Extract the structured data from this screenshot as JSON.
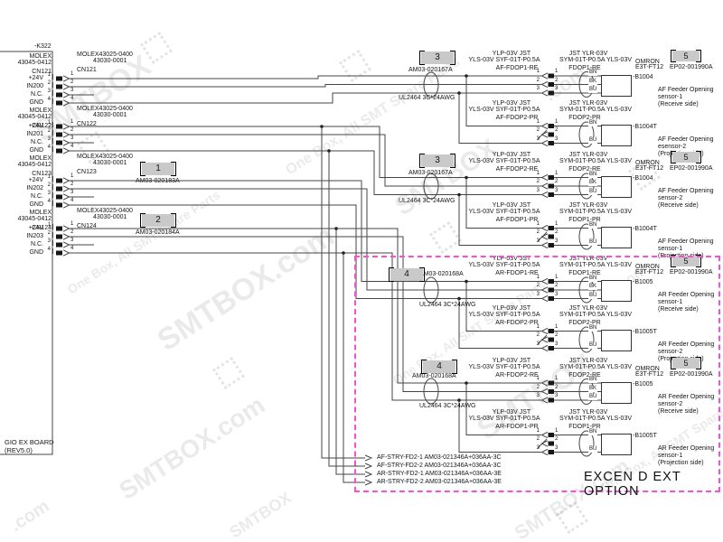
{
  "title_block": {
    "board_ref": "-K322",
    "board_name": "GIO EX BOARD",
    "board_rev": "(REV5.0)"
  },
  "option_box": {
    "label": "EXCEN D EXT OPTION"
  },
  "watermark": {
    "brand": "SMTBOX",
    "domain": ".com",
    "tagline": "One Box, All SMT Spare Parts"
  },
  "left_connectors": [
    {
      "mfr": "MOLEX",
      "part": "43045-0412",
      "name": "CN121",
      "mate_part": "MOLEX43025-0400",
      "mate_part2": "43030-0001",
      "mate_name": "CN121",
      "pin_numbers": [
        "1",
        "2",
        "3",
        "4"
      ],
      "pins": [
        "+24V",
        "IN200",
        "N.C.",
        "GND"
      ]
    },
    {
      "mfr": "MOLEX",
      "part": "43045-0412",
      "name": "CN122",
      "mate_part": "MOLEX43025-0400",
      "mate_part2": "43030-0001",
      "mate_name": "CN122",
      "pin_numbers": [
        "1",
        "2",
        "3",
        "4"
      ],
      "pins": [
        "+24V",
        "IN201",
        "N.C.",
        "GND"
      ]
    },
    {
      "mfr": "MOLEX",
      "part": "43045-0412",
      "name": "CN123",
      "mate_part": "MOLEX43025-0400",
      "mate_part2": "43030-0001",
      "mate_name": "CN123",
      "pin_numbers": [
        "1",
        "2",
        "3",
        "4"
      ],
      "pins": [
        "+24V",
        "IN202",
        "N.C.",
        "GND"
      ]
    },
    {
      "mfr": "MOLEX",
      "part": "43045-0412",
      "name": "CN124",
      "mate_part": "MOLEX43025-0400",
      "mate_part2": "43030-0001",
      "mate_name": "CN124",
      "pin_numbers": [
        "1",
        "2",
        "3",
        "4"
      ],
      "pins": [
        "+24V",
        "IN203",
        "N.C.",
        "GND"
      ]
    }
  ],
  "cable_tags": [
    {
      "num": "1",
      "code": "AM03-020183A",
      "spec": ""
    },
    {
      "num": "2",
      "code": "AM03-020184A",
      "spec": ""
    },
    {
      "num": "3",
      "code": "AM03-020167A",
      "spec": "UL2464 3C*24AWG"
    },
    {
      "num": "3",
      "code": "AM03-020167A",
      "spec": "UL2464 3C*24AWG"
    },
    {
      "num": "4",
      "code": "AM03-020168A",
      "spec": "UL2464 3C*24AWG"
    },
    {
      "num": "4",
      "code": "AM03-020168A",
      "spec": "UL2464 3C*24AWG"
    }
  ],
  "channels": [
    {
      "plug1": "YLP-03V JST",
      "plug2": "YLS-03V SYF-01T-P0.5A",
      "cable_name": "AF-FDOP1-RE",
      "recp1": "JST  YLR-03V",
      "recp2": "SYM-01T-P0.5A YLS-03V",
      "conn_name": "FDOP1-RE",
      "pin_numbers": [
        "1",
        "2",
        "3"
      ],
      "wires": [
        "BN",
        "BK",
        "BU"
      ],
      "sensor": "receiver",
      "tag": "-B1004",
      "maker": "OMRON",
      "model": "E3T-FT12",
      "ref_num": "5",
      "ref_code": "EP02-001990A",
      "desc": [
        "AF Feeder Opening",
        "sensor-1",
        "(Receive side)"
      ]
    },
    {
      "plug1": "YLP-03V JST",
      "plug2": "YLS-03V SYF-01T-P0.5A",
      "cable_name": "AF-FDOP2-PR",
      "recp1": "JST  YLR-03V",
      "recp2": "SYM-01T-P0.5A YLS-03V",
      "conn_name": "FDOP2-PR",
      "pin_numbers": [
        "1",
        "2",
        "3"
      ],
      "wires": [
        "BN",
        "",
        "BU"
      ],
      "sensor": "emitter",
      "tag": "-B1004T",
      "maker": "",
      "model": "",
      "ref_num": "",
      "ref_code": "",
      "desc": [
        "AF Feeder Opening",
        "esensor-2",
        "(Projection side)"
      ]
    },
    {
      "plug1": "YLP-03V JST",
      "plug2": "YLS-03V SYF-01T-P0.5A",
      "cable_name": "AF-FDOP2-RE",
      "recp1": "JST  YLR-03V",
      "recp2": "SYM-01T-P0.5A YLS-03V",
      "conn_name": "FDOP2-RE",
      "pin_numbers": [
        "1",
        "2",
        "3"
      ],
      "wires": [
        "BN",
        "BK",
        "BU"
      ],
      "sensor": "receiver",
      "tag": "-B1004",
      "maker": "OMRON",
      "model": "E3T-FT12",
      "ref_num": "5",
      "ref_code": "EP02-001990A",
      "desc": [
        "AF Feeder Opening",
        "sensor-2",
        "(Receive side)"
      ]
    },
    {
      "plug1": "YLP-03V JST",
      "plug2": "YLS-03V SYF-01T-P0.5A",
      "cable_name": "AF-FDOP1-PR",
      "recp1": "JST  YLR-03V",
      "recp2": "SYM-01T-P0.5A YLS-03V",
      "conn_name": "FDOP1-PR",
      "pin_numbers": [
        "1",
        "2",
        "3"
      ],
      "wires": [
        "BN",
        "",
        "BU"
      ],
      "sensor": "emitter",
      "tag": "-B1004T",
      "maker": "",
      "model": "",
      "ref_num": "",
      "ref_code": "",
      "desc": [
        "AF Feeder Opening",
        "sensor-1",
        "(Projection side)"
      ]
    },
    {
      "plug1": "YLP-03V JST",
      "plug2": "YLS-03V SYF-01T-P0.5A",
      "cable_name": "AR-FDOP1-RE",
      "recp1": "JST  YLR-03V",
      "recp2": "SYM-01T-P0.5A YLS-03V",
      "conn_name": "FDOP1-RE",
      "pin_numbers": [
        "1",
        "2",
        "3"
      ],
      "wires": [
        "BN",
        "BK",
        "BU"
      ],
      "sensor": "receiver",
      "tag": "-B1005",
      "maker": "OMRON",
      "model": "E3T-FT12",
      "ref_num": "5",
      "ref_code": "EP02-001990A",
      "desc": [
        "AR Feeder Opening",
        "sensor-1",
        "(Receive side)"
      ]
    },
    {
      "plug1": "YLP-03V JST",
      "plug2": "YLS-03V SYF-01T-P0.5A",
      "cable_name": "AR-FDOP2-PR",
      "recp1": "JST  YLR-03V",
      "recp2": "SYM-01T-P0.5A YLS-03V",
      "conn_name": "FDOP2-PR",
      "pin_numbers": [
        "1",
        "2",
        "3"
      ],
      "wires": [
        "BN",
        "",
        "BU"
      ],
      "sensor": "emitter",
      "tag": "-B1005T",
      "maker": "",
      "model": "",
      "ref_num": "",
      "ref_code": "",
      "desc": [
        "AR Feeder Opening",
        "sensor-2",
        "(Projection side)"
      ]
    },
    {
      "plug1": "YLP-03V JST",
      "plug2": "YLS-03V SYF-01T-P0.5A",
      "cable_name": "AR-FDOP2-RE",
      "recp1": "JST  YLR-03V",
      "recp2": "SYM-01T-P0.5A YLS-03V",
      "conn_name": "FDOP2-RE",
      "pin_numbers": [
        "1",
        "2",
        "3"
      ],
      "wires": [
        "BN",
        "BK",
        "BU"
      ],
      "sensor": "receiver",
      "tag": "-B1005",
      "maker": "OMRON",
      "model": "E3T-FT12",
      "ref_num": "5",
      "ref_code": "EP02-001990A",
      "desc": [
        "AR Feeder Opening",
        "sensor-2",
        "(Receive side)"
      ]
    },
    {
      "plug1": "YLP-03V JST",
      "plug2": "YLS-03V SYF-01T-P0.5A",
      "cable_name": "AR-FDOP1-PR",
      "recp1": "JST  YLR-03V",
      "recp2": "SYM-01T-P0.5A YLS-03V",
      "conn_name": "FDOP1-PR",
      "pin_numbers": [
        "1",
        "2",
        "3"
      ],
      "wires": [
        "BN",
        "",
        "BU"
      ],
      "sensor": "emitter",
      "tag": "-B1005T",
      "maker": "",
      "model": "",
      "ref_num": "",
      "ref_code": "",
      "desc": [
        "AR Feeder Opening",
        "sensor-1",
        "(Projection side)"
      ]
    }
  ],
  "harness_outputs": [
    {
      "name": "AF-STRY-FD2-1",
      "code": "AM03-021346A+036AA-3C"
    },
    {
      "name": "AF-STRY-FD2-2",
      "code": "AM03-021346A+036AA-3C"
    },
    {
      "name": "AR-STRY-FD2-1",
      "code": "AM03-021346A+036AA-3E"
    },
    {
      "name": "AR-STRY-FD2-2",
      "code": "AM03-021346A+036AA-3E"
    }
  ]
}
